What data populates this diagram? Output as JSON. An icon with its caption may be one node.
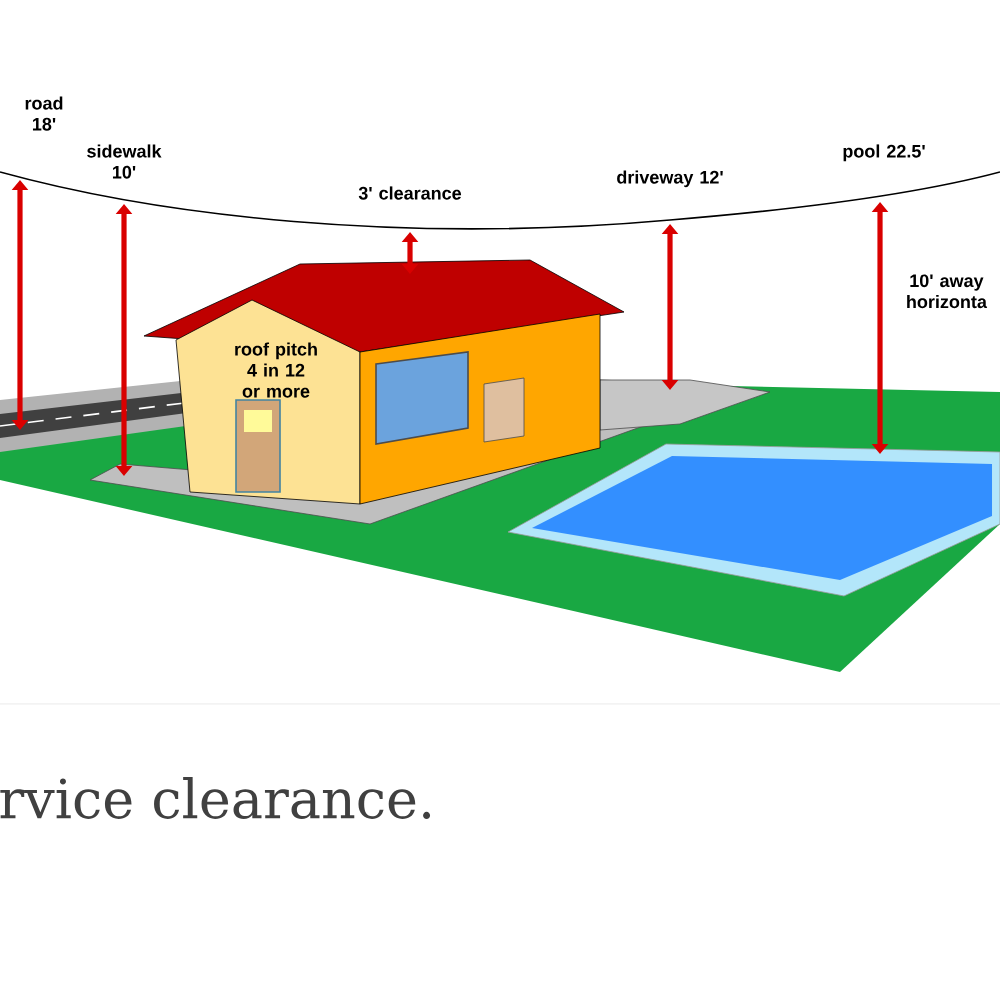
{
  "diagram": {
    "caption": "rvice clearance.",
    "labels": [
      "road 18'",
      "sidewalk 10'",
      "pool 22.5'",
      "driveway 12'",
      "3' clearance",
      "10' away horizonta",
      "roof pitch 4 in 12 or more"
    ]
  }
}
